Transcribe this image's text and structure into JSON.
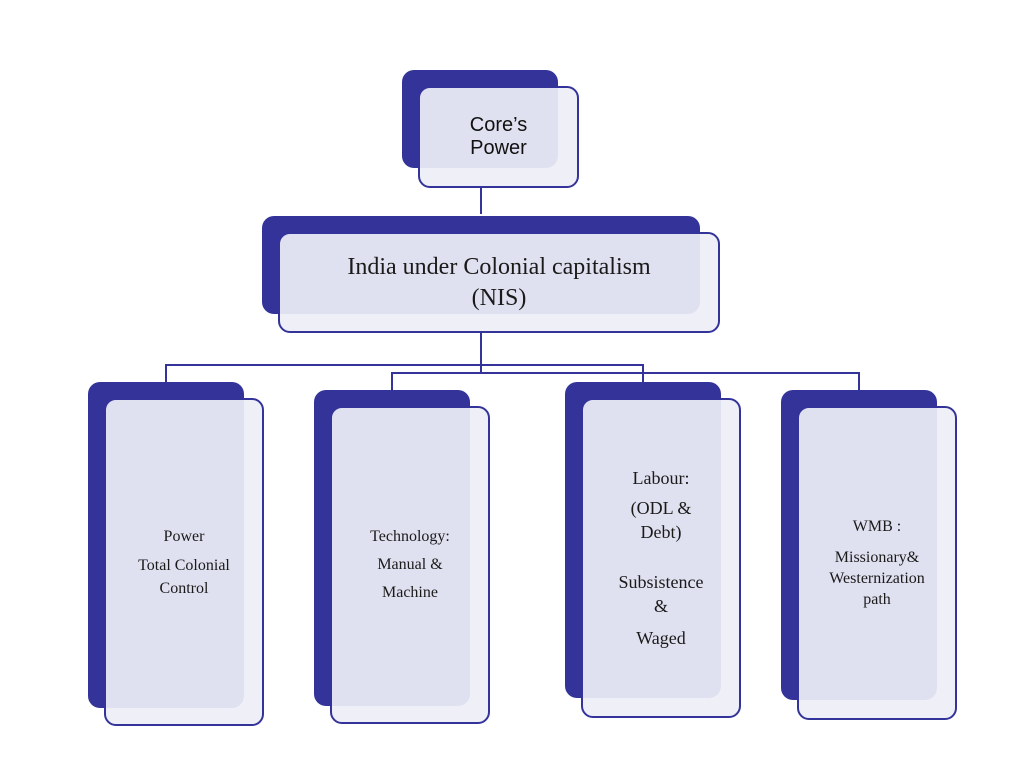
{
  "diagram": {
    "root": {
      "lines": [
        "Core’s",
        "Power"
      ]
    },
    "level1": {
      "lines": [
        "India under Colonial capitalism",
        "(NIS)"
      ]
    },
    "leaves": [
      {
        "id": "power",
        "lines": [
          "Power",
          "Total Colonial",
          "Control"
        ]
      },
      {
        "id": "technology",
        "lines": [
          "Technology:",
          "Manual &",
          "Machine"
        ]
      },
      {
        "id": "labour",
        "lines": [
          "Labour:",
          "(ODL &",
          "Debt)",
          "Subsistence",
          "&",
          "Waged"
        ]
      },
      {
        "id": "wmb",
        "lines": [
          "WMB :",
          "Missionary&",
          "Westernization",
          "path"
        ]
      }
    ],
    "colors": {
      "accent": "#33339a",
      "fill": "#eeeff6"
    }
  }
}
